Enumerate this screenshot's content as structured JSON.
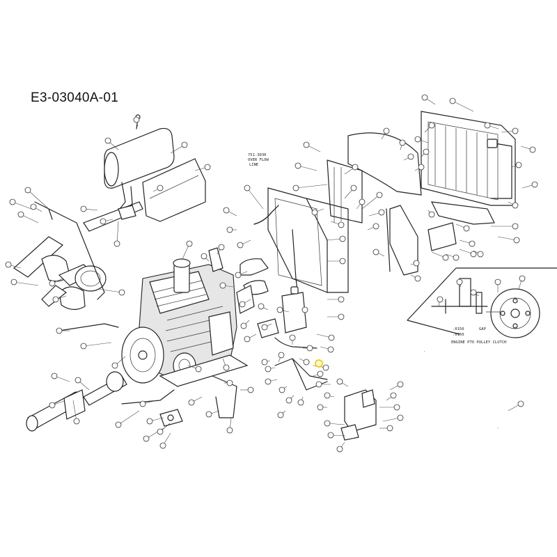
{
  "title": "E3-03040A-01",
  "notes": {
    "hose_note": [
      "751-3030",
      "OVER FLOW",
      "LINE"
    ],
    "gap_left": ".0150",
    "gap_right": "GAP",
    "gap_left_2": ".0150",
    "engine_pulley_note": "ENGINE PTO PULLEY CLUTCH"
  },
  "highlight_color": "#e8c400"
}
